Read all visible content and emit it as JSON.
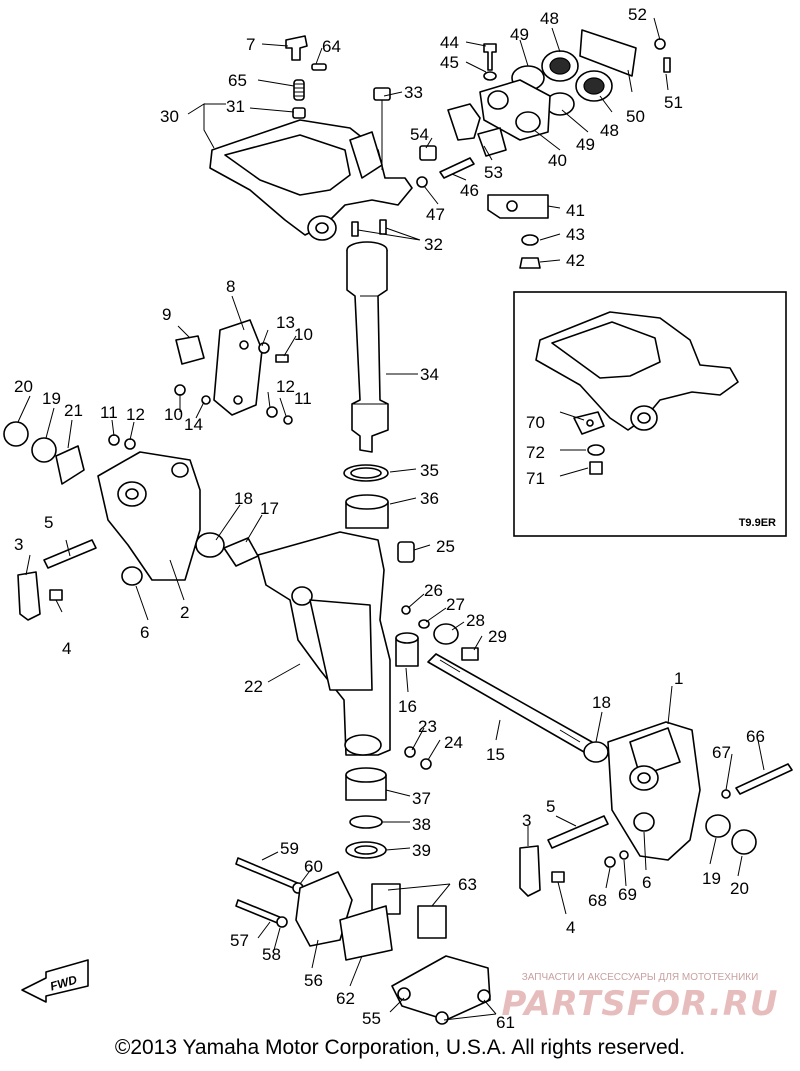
{
  "diagram": {
    "callouts": {
      "c1": "1",
      "c2": "2",
      "c3a": "3",
      "c3b": "3",
      "c4a": "4",
      "c4b": "4",
      "c5a": "5",
      "c5b": "5",
      "c6a": "6",
      "c6b": "6",
      "c7": "7",
      "c8": "8",
      "c9": "9",
      "c10a": "10",
      "c10b": "10",
      "c11a": "11",
      "c11b": "11",
      "c12a": "12",
      "c12b": "12",
      "c13": "13",
      "c14": "14",
      "c15": "15",
      "c16": "16",
      "c17": "17",
      "c18a": "18",
      "c18b": "18",
      "c19a": "19",
      "c19b": "19",
      "c20a": "20",
      "c20b": "20",
      "c21": "21",
      "c22": "22",
      "c23": "23",
      "c24": "24",
      "c25": "25",
      "c26": "26",
      "c27": "27",
      "c28": "28",
      "c29": "29",
      "c30": "30",
      "c31": "31",
      "c32": "32",
      "c33": "33",
      "c34": "34",
      "c35": "35",
      "c36": "36",
      "c37": "37",
      "c38": "38",
      "c39": "39",
      "c40": "40",
      "c41": "41",
      "c42": "42",
      "c43": "43",
      "c44": "44",
      "c45": "45",
      "c46": "46",
      "c47": "47",
      "c48a": "48",
      "c48b": "48",
      "c49a": "49",
      "c49b": "49",
      "c50": "50",
      "c51": "51",
      "c52": "52",
      "c53": "53",
      "c54": "54",
      "c55": "55",
      "c56": "56",
      "c57": "57",
      "c58": "58",
      "c59": "59",
      "c60": "60",
      "c61": "61",
      "c62": "62",
      "c63": "63",
      "c64": "64",
      "c65": "65",
      "c66": "66",
      "c67": "67",
      "c68": "68",
      "c69": "69",
      "c70": "70",
      "c71": "71",
      "c72": "72"
    },
    "inset_label": "T9.9ER",
    "fwd_label": "FWD"
  },
  "footer": {
    "copyright": "©2013 Yamaha Motor Corporation, U.S.A. All rights reserved."
  },
  "watermark": {
    "subtitle": "ЗАПЧАСТИ И АКСЕССУАРЫ ДЛЯ МОТОТЕХНИКИ",
    "logo": "PARTSFOR.RU"
  }
}
